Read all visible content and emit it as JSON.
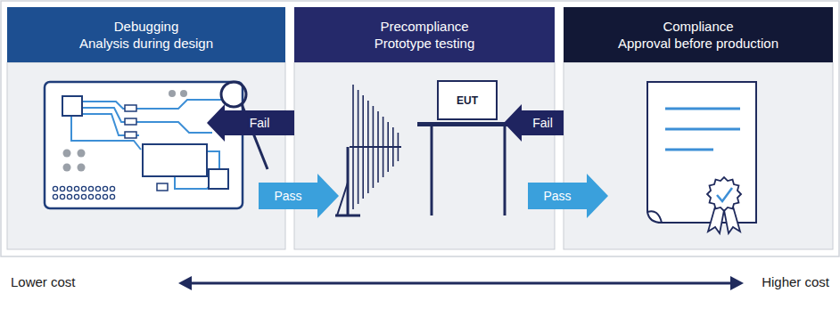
{
  "diagram": {
    "nodes": [
      {
        "text": [
          "Debugging",
          "Analysis during design"
        ]
      },
      {
        "text": [
          "Precompliance",
          "Prototype testing"
        ]
      },
      {
        "text": [
          "EUT"
        ],
        "in": 1
      },
      {
        "text": [
          "Compliance",
          "Approval before production"
        ]
      }
    ],
    "edges": [
      {
        "from": 1,
        "to": 0,
        "arrow": "to",
        "label": "Fail"
      },
      {
        "from": 0,
        "to": 1,
        "arrow": "to",
        "label": "Pass"
      },
      {
        "from": 3,
        "to": 1,
        "arrow": "to",
        "label": "Fail"
      },
      {
        "from": 1,
        "to": 3,
        "arrow": "to",
        "label": "Pass"
      }
    ],
    "labels": [
      "Lower cost",
      "Higher cost"
    ]
  }
}
